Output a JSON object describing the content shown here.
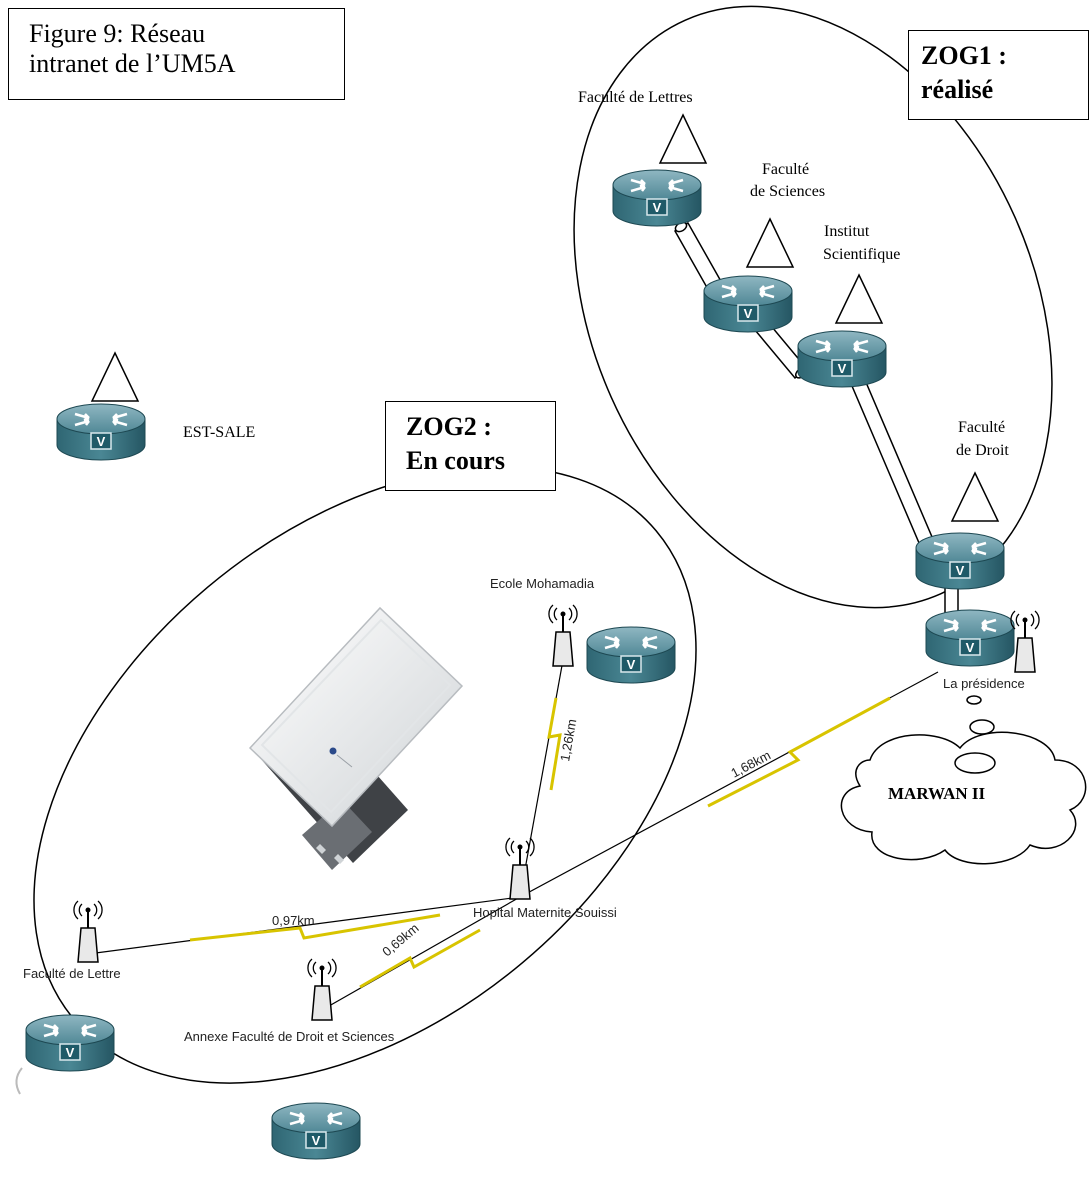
{
  "caption": {
    "line1": "Figure 9: Réseau",
    "line2": "intranet de l’UM5A"
  },
  "zog1": {
    "line1": "ZOG1 :",
    "line2": "réalisé"
  },
  "zog2": {
    "line1": "ZOG2 :",
    "line2": "En cours"
  },
  "zog1_sites": {
    "lettres": "Faculté de Lettres",
    "sciences_1": "Faculté",
    "sciences_2": "de Sciences",
    "institut_1": "Institut",
    "institut_2": "Scientifique",
    "droit_1": "Faculté",
    "droit_2": "de Droit",
    "presidence": "La présidence"
  },
  "est_sale": "EST-SALE",
  "marwan": "MARWAN II",
  "zog2_sites": {
    "ecole": "Ecole Mohamadia",
    "hopital": "Hopital Maternite Souissi",
    "lettre": "Faculté de Lettre",
    "annexe": "Annexe Faculté de Droit et Sciences"
  },
  "links": {
    "l_ecole": "1,26km",
    "l_presidence": "1,68km",
    "l_lettre": "0,97km",
    "l_annexe": "0,69km"
  },
  "router_badge": "V",
  "icons": [
    "router-icon",
    "antenna-tower-icon",
    "site-triangle-icon",
    "cloud-icon",
    "wireless-access-point-icon"
  ]
}
